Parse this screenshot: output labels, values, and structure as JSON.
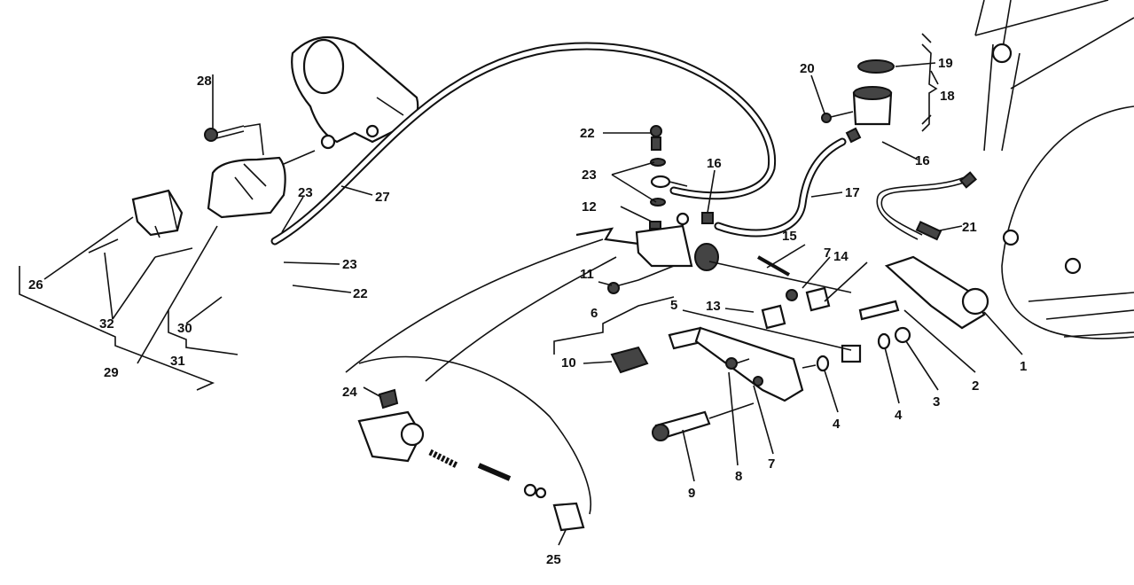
{
  "labels": {
    "l1": "1",
    "l2": "2",
    "l3": "3",
    "l4a": "4",
    "l4b": "4",
    "l5": "5",
    "l6": "6",
    "l7a": "7",
    "l7b": "7",
    "l8": "8",
    "l9": "9",
    "l10": "10",
    "l11": "11",
    "l12": "12",
    "l13": "13",
    "l14": "14",
    "l15": "15",
    "l16a": "16",
    "l16b": "16",
    "l17": "17",
    "l18": "18",
    "l19": "19",
    "l20": "20",
    "l21": "21",
    "l22a": "22",
    "l22b": "22",
    "l23a": "23",
    "l23b": "23",
    "l23c": "23",
    "l24": "24",
    "l25": "25",
    "l26": "26",
    "l27": "27",
    "l28": "28",
    "l29": "29",
    "l30": "30",
    "l31": "31",
    "l32": "32"
  }
}
